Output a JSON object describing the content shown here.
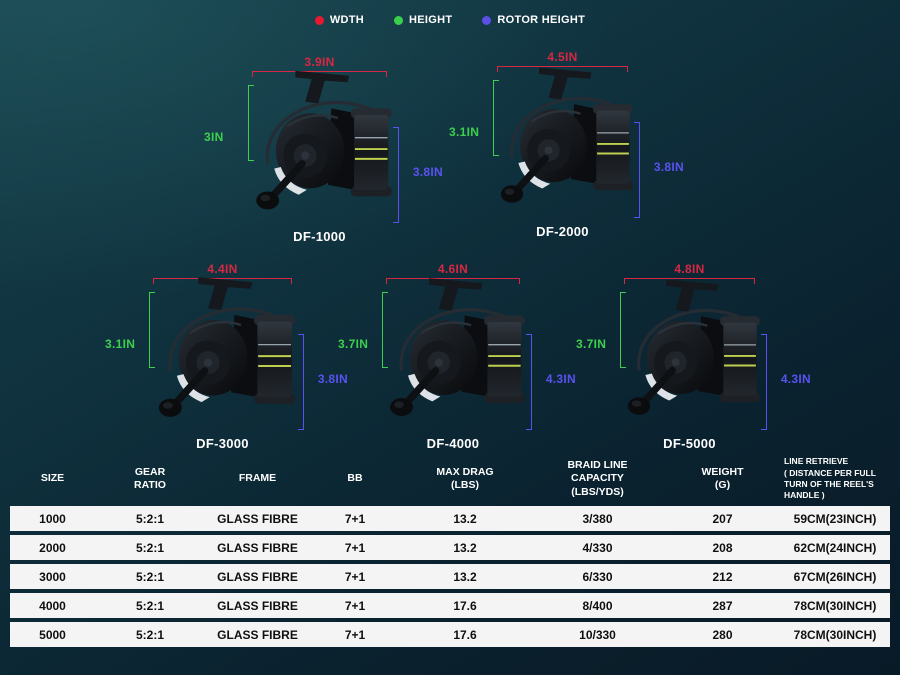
{
  "legend": {
    "items": [
      {
        "label": "WDTH",
        "color": "#e8192e"
      },
      {
        "label": "HEIGHT",
        "color": "#3bd04b"
      },
      {
        "label": "ROTOR HEIGHT",
        "color": "#5a50e8"
      }
    ]
  },
  "colors": {
    "width_red": "#d82742",
    "height_green": "#3ecf4e",
    "rotor_blue": "#5a52f0",
    "background_top": "#17404b",
    "background_bottom": "#091a27",
    "row_background": "#f4f4f4"
  },
  "reels": [
    {
      "model": "DF-1000",
      "width": "3.9IN",
      "height": "3IN",
      "rotor_height": "3.8IN"
    },
    {
      "model": "DF-2000",
      "width": "4.5IN",
      "height": "3.1IN",
      "rotor_height": "3.8IN"
    },
    {
      "model": "DF-3000",
      "width": "4.4IN",
      "height": "3.1IN",
      "rotor_height": "3.8IN"
    },
    {
      "model": "DF-4000",
      "width": "4.6IN",
      "height": "3.7IN",
      "rotor_height": "4.3IN"
    },
    {
      "model": "DF-5000",
      "width": "4.8IN",
      "height": "3.7IN",
      "rotor_height": "4.3IN"
    }
  ],
  "table": {
    "headers": [
      "SIZE",
      "GEAR\nRATIO",
      "FRAME",
      "BB",
      "MAX DRAG\n(LBS)",
      "BRAID LINE\nCAPACITY\n(LBS/YDS)",
      "WEIGHT\n(G)",
      "LINE RETRIEVE\n( DISTANCE PER FULL\nTURN OF THE REEL'S\nHANDLE )"
    ],
    "rows": [
      [
        "1000",
        "5:2:1",
        "GLASS FIBRE",
        "7+1",
        "13.2",
        "3/380",
        "207",
        "59CM(23INCH)"
      ],
      [
        "2000",
        "5:2:1",
        "GLASS FIBRE",
        "7+1",
        "13.2",
        "4/330",
        "208",
        "62CM(24INCH)"
      ],
      [
        "3000",
        "5:2:1",
        "GLASS FIBRE",
        "7+1",
        "13.2",
        "6/330",
        "212",
        "67CM(26INCH)"
      ],
      [
        "4000",
        "5:2:1",
        "GLASS FIBRE",
        "7+1",
        "17.6",
        "8/400",
        "287",
        "78CM(30INCH)"
      ],
      [
        "5000",
        "5:2:1",
        "GLASS FIBRE",
        "7+1",
        "17.6",
        "10/330",
        "280",
        "78CM(30INCH)"
      ]
    ]
  }
}
